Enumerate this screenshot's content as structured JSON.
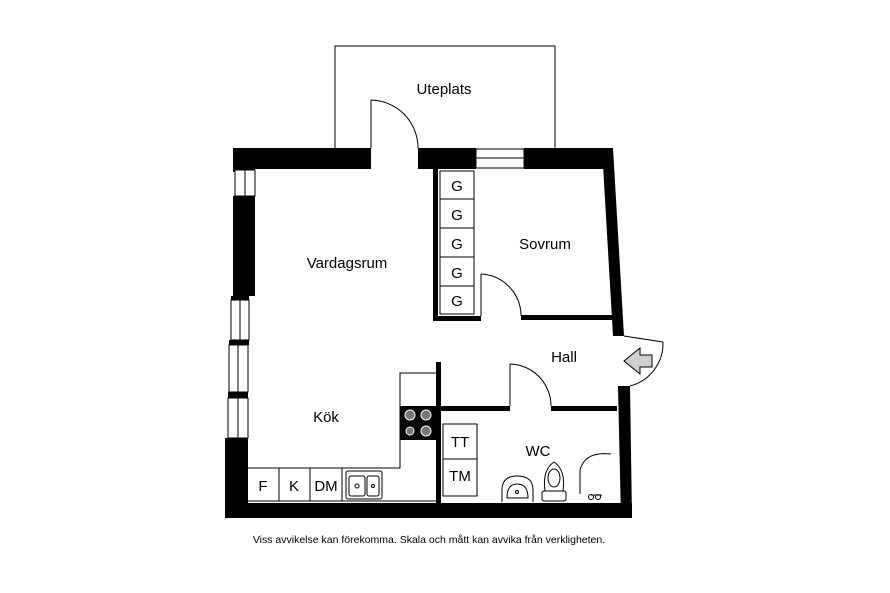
{
  "rooms": {
    "uteplats": "Uteplats",
    "vardagsrum": "Vardagsrum",
    "sovrum": "Sovrum",
    "hall": "Hall",
    "kok": "Kök",
    "wc": "WC"
  },
  "wardrobe_labels": [
    "G",
    "G",
    "G",
    "G",
    "G"
  ],
  "kitchen_labels": [
    "F",
    "K",
    "DM"
  ],
  "wc_labels": [
    "TT",
    "TM"
  ],
  "disclaimer": "Viss avvikelse kan förekomma. Skala och mått kan avvika från verkligheten."
}
